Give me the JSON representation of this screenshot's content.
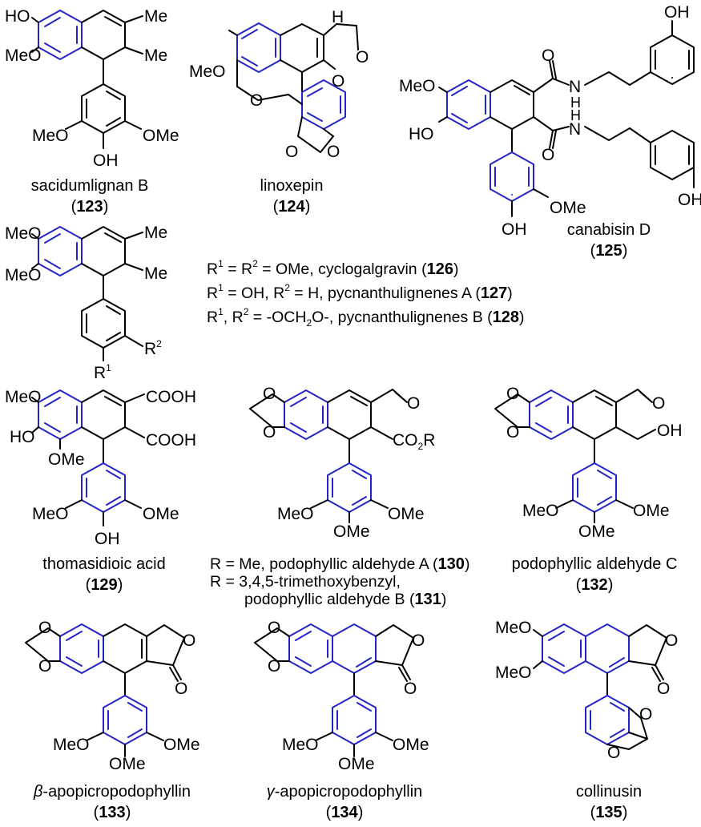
{
  "atoms": {
    "HO": "HO",
    "OH": "OH",
    "Me": "Me",
    "MeO": "MeO",
    "OMe": "OMe",
    "O": "O",
    "H": "H",
    "COOH": "COOH"
  },
  "compounds": {
    "c123": {
      "name": "sacidumlignan B",
      "number": "123"
    },
    "c124": {
      "name": "linoxepin",
      "number": "124"
    },
    "c125": {
      "name": "canabisin D",
      "number": "125"
    },
    "c129": {
      "name": "thomasidioic acid",
      "number": "129"
    },
    "c132": {
      "name": "podophyllic aldehyde C",
      "number": "132"
    },
    "c133": {
      "name_greek": "β",
      "name_rest": "-apopicropodophyllin",
      "number": "133"
    },
    "c134": {
      "name_greek": "γ",
      "name_rest": "-apopicropodophyllin",
      "number": "134"
    },
    "c135": {
      "name": "collinusin",
      "number": "135"
    }
  },
  "r_defs_126_128": {
    "line1": {
      "text": " = OMe, cyclogalgravin (",
      "number": "126"
    },
    "line2": {
      "text": " = H, pycnanthulignenes A (",
      "number": "127"
    },
    "line3": {
      "text": ", pycnanthulignenes B (",
      "number": "128"
    }
  },
  "r_defs_130_131": {
    "line1": {
      "text": "R = Me, podophyllic aldehyde A (",
      "number": "130"
    },
    "line2": "R = 3,4,5-trimethoxybenzyl,",
    "line3": {
      "text": "podophyllic aldehyde B (",
      "number": "131"
    }
  }
}
